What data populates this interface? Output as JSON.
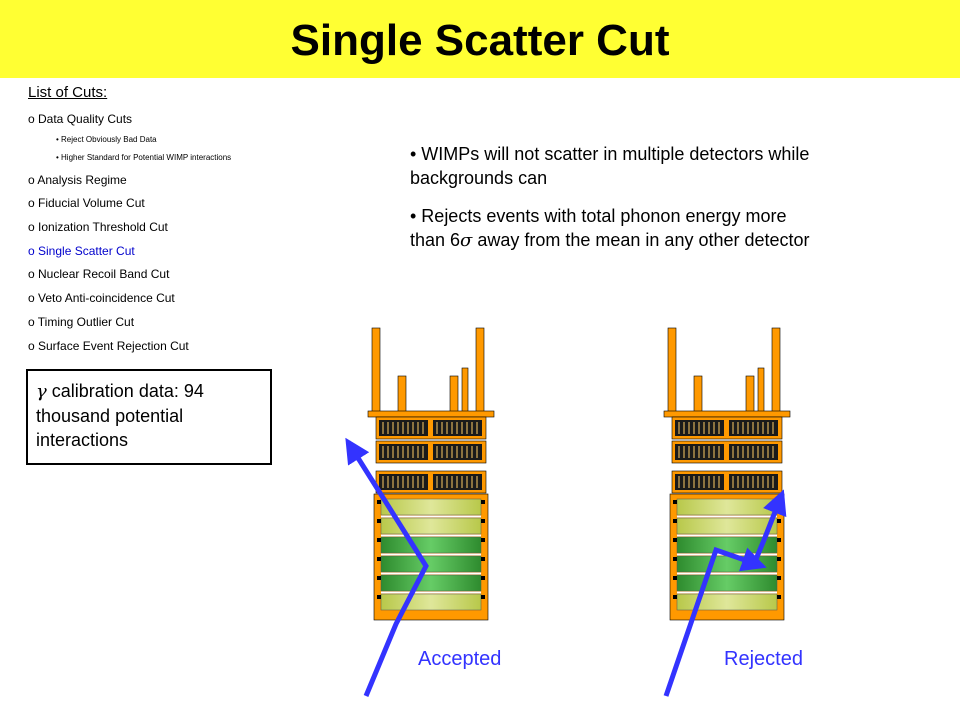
{
  "title": "Single Scatter Cut",
  "cuts": {
    "heading": "List of Cuts:",
    "items": [
      {
        "text": "o Data Quality Cuts"
      },
      {
        "text": "• Reject Obviously Bad Data"
      },
      {
        "text": "• Higher Standard for Potential WIMP interactions"
      },
      {
        "text": "o Analysis Regime"
      },
      {
        "text": "o Fiducial Volume Cut"
      },
      {
        "text": "o Ionization Threshold Cut"
      },
      {
        "text": "o Single Scatter Cut"
      },
      {
        "text": "o Nuclear Recoil Band Cut"
      },
      {
        "text": "o Veto Anti-coincidence Cut"
      },
      {
        "text": "o Timing Outlier Cut"
      },
      {
        "text": "o Surface Event Rejection Cut"
      }
    ]
  },
  "callout": {
    "gamma": "γ",
    "text": " calibration data: 94 thousand potential interactions"
  },
  "bullets": {
    "b1": "• WIMPs will not scatter in multiple detectors while backgrounds can",
    "b2_pre": "• Rejects events with total phonon energy more than 6",
    "b2_sigma": "σ",
    "b2_post": " away from the mean in any other detector"
  },
  "labels": {
    "accepted": "Accepted",
    "rejected": "Rejected"
  },
  "colors": {
    "title_bar": "#ffff33",
    "highlight": "#0000cc",
    "arrow": "#3333ff",
    "tower_orange": "#ff9900"
  }
}
